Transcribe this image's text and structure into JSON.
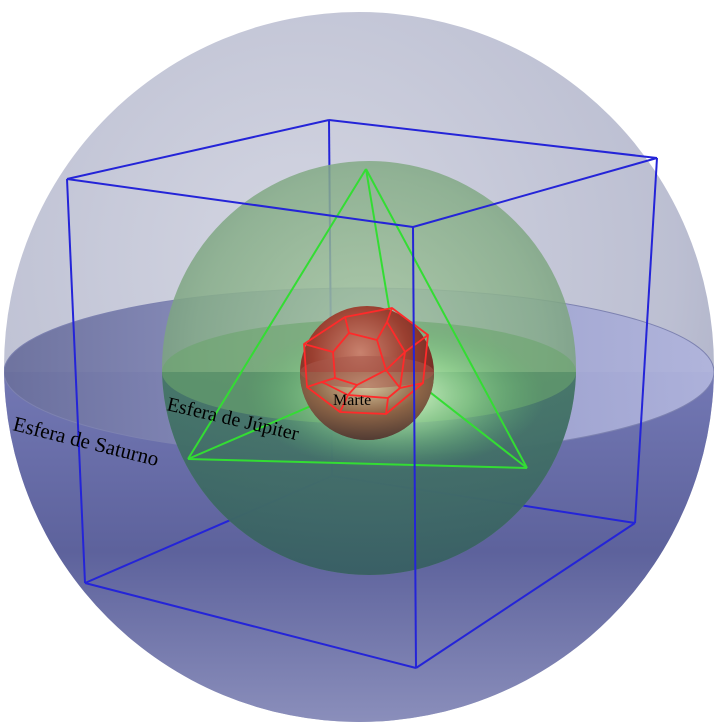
{
  "labels": {
    "saturn": "Esfera de Saturno",
    "jupiter": "Esfera de Júpiter",
    "mars": "Marte"
  },
  "colors": {
    "background": "#ffffff",
    "saturn_sphere": "#b9bccf",
    "saturn_equator": "#5a5fa0",
    "cube": "#2424d8",
    "jupiter_sphere": "#7ba57a",
    "tetrahedron": "#33dd33",
    "mars_sphere": "#8a2a22",
    "dodecahedron": "#ff2a2a"
  }
}
